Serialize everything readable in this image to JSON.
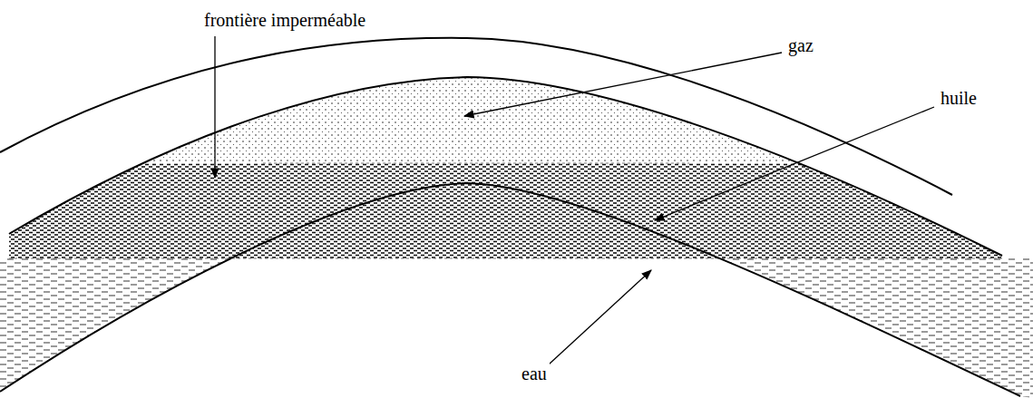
{
  "diagram": {
    "labels": [
      "frontière imperméable",
      "gaz",
      "huile",
      "eau"
    ]
  }
}
